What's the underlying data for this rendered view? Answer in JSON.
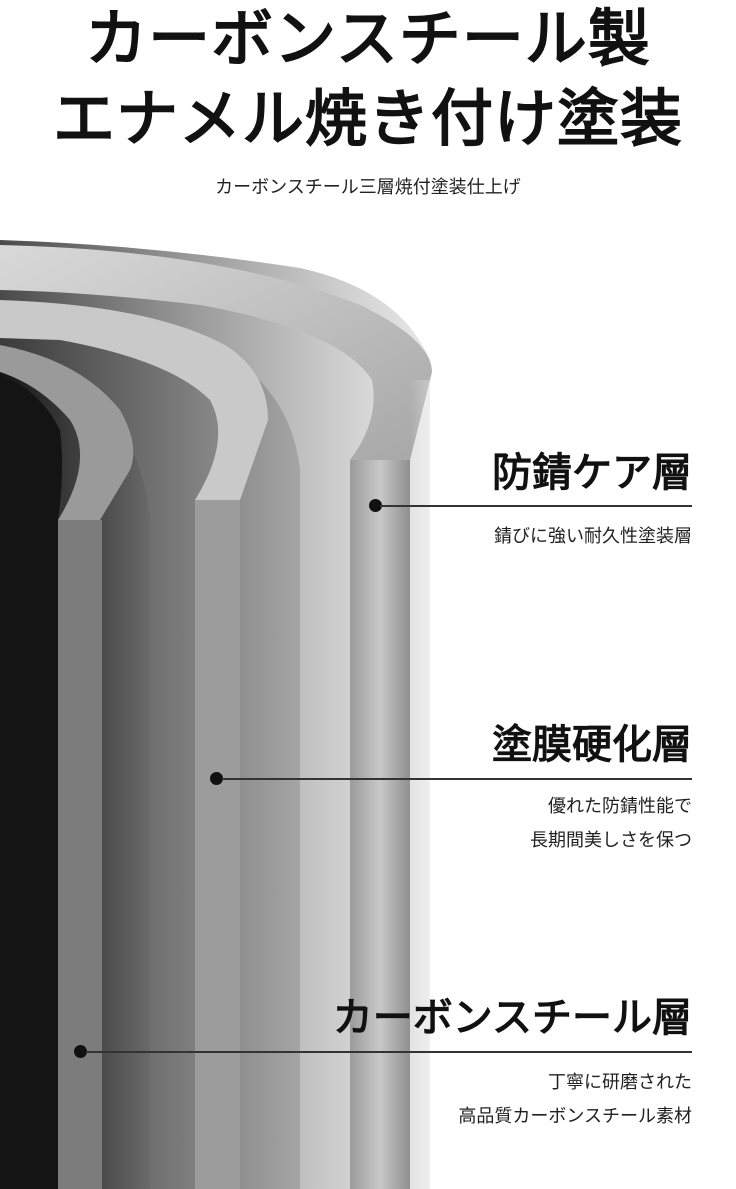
{
  "header": {
    "title_line1": "カーボンスチール製",
    "title_line2": "エナメル焼き付け塗装",
    "subtitle": "カーボンスチール三層焼付塗装仕上げ"
  },
  "layers": [
    {
      "title": "防錆ケア層",
      "desc_lines": [
        "錆びに強い耐久性塗装層"
      ]
    },
    {
      "title": "塗膜硬化層",
      "desc_lines": [
        "優れた防錆性能で",
        "長期間美しさを保つ"
      ]
    },
    {
      "title": "カーボンスチール層",
      "desc_lines": [
        "丁寧に研磨された",
        "高品質カーボンスチール素材"
      ]
    }
  ],
  "colors": {
    "outer_steel": "#a9a9a9",
    "middle_layer": "#8a8a8a",
    "inner_layer": "#5a5a5a",
    "core": "#1a1a1a",
    "accent_text": "#111111"
  }
}
